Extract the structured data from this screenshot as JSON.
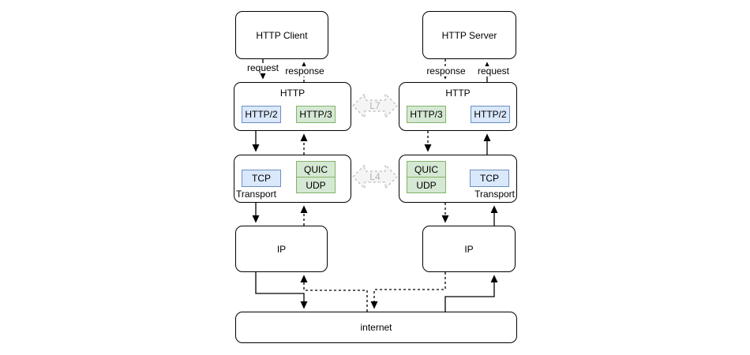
{
  "nodes": {
    "http_client": {
      "title": "HTTP Client"
    },
    "http_server": {
      "title": "HTTP Server"
    },
    "http_left": {
      "title": "HTTP",
      "chips": [
        "HTTP/2",
        "HTTP/3"
      ]
    },
    "http_right": {
      "title": "HTTP",
      "chips": [
        "HTTP/3",
        "HTTP/2"
      ]
    },
    "transport_left": {
      "label": "Transport",
      "tcp": "TCP",
      "quic": "QUIC",
      "udp": "UDP"
    },
    "transport_right": {
      "label": "Transport",
      "tcp": "TCP",
      "quic": "QUIC",
      "udp": "UDP"
    },
    "ip_left": {
      "title": "IP"
    },
    "ip_right": {
      "title": "IP"
    },
    "internet": {
      "title": "internet"
    }
  },
  "edge_labels": {
    "request_left": "request",
    "response_left": "response",
    "response_right": "response",
    "request_right": "request",
    "layer7": "L7",
    "layer4": "L4"
  },
  "colors": {
    "box_border": "#000000",
    "http2_tcp_fill": "#dae8fc",
    "http2_tcp_border": "#6c8ebf",
    "http3_quic_fill": "#d5e8d4",
    "http3_quic_border": "#82b366",
    "layer_arrow_fill": "#f5f5f5",
    "layer_arrow_border": "#bababa",
    "layer_arrow_text": "#b3b3b3"
  }
}
